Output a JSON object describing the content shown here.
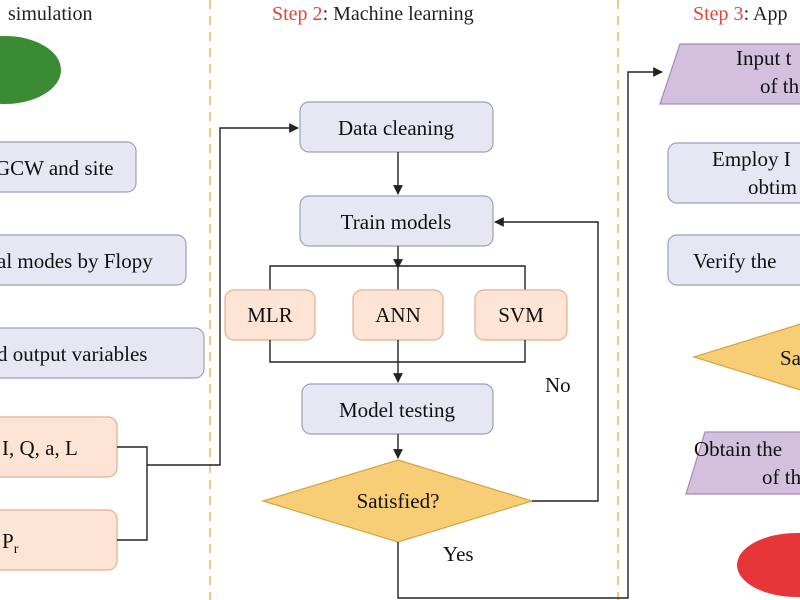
{
  "colors": {
    "process_fill": "#e6e7f3",
    "process_stroke": "#9b9fc2",
    "model_fill": "#fde4d4",
    "model_stroke": "#e6ad8c",
    "decision_fill": "#f7cd76",
    "decision_stroke": "#d4a443",
    "data_fill": "#d3c0de",
    "data_stroke": "#a88ab7",
    "start_fill": "#3b8a34",
    "end_fill": "#e6363a",
    "step_red": "#e2463a",
    "divider": "#e7bb6d",
    "line": "#222222"
  },
  "step1": {
    "title": "simulation",
    "nodes": {
      "gcw_site": "GCW and site",
      "modes": "al modes by Flopy",
      "output_vars": "d output variables",
      "params1": "I, Q, a, L",
      "params2_main": "P",
      "params2_sub": "r"
    }
  },
  "step2": {
    "step_word": "Step 2",
    "title": ": Machine learning",
    "nodes": {
      "data_cleaning": "Data cleaning",
      "train_models": "Train models",
      "mlr": "MLR",
      "ann": "ANN",
      "svm": "SVM",
      "model_testing": "Model testing",
      "satisfied": "Satisfied?"
    },
    "labels": {
      "no": "No",
      "yes": "Yes"
    }
  },
  "step3": {
    "step_word": "Step 3",
    "title": ": App",
    "nodes": {
      "input_line1": "Input t",
      "input_line2": "of th",
      "employ_line1": "Employ I",
      "employ_line2": "obtim",
      "verify": "Verify the",
      "satisfied": "Sa",
      "obtain_line1": "Obtain the",
      "obtain_line2": "of th"
    }
  }
}
